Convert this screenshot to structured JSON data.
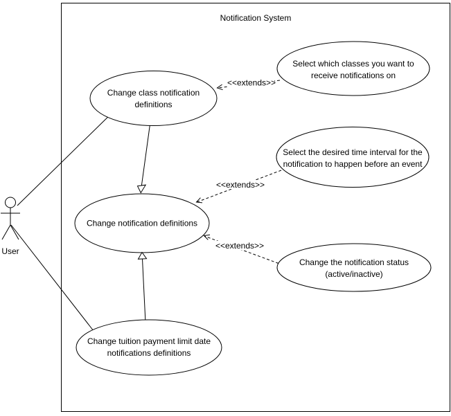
{
  "diagram": {
    "type": "uml-use-case-diagram",
    "title": "Notification System",
    "actor": {
      "label": "User"
    },
    "use_cases": {
      "change_class_notification_definitions": {
        "line1": "Change class notification",
        "line2": "definitions"
      },
      "select_classes_for_notifications": {
        "line1": "Select which classes you want to",
        "line2": "receive notifications on"
      },
      "select_time_interval": {
        "line1": "Select the desired time interval for the",
        "line2": "notification to happen before an event"
      },
      "change_notification_definitions": {
        "line1": "Change notification definitions"
      },
      "change_notification_status": {
        "line1": "Change the notification status",
        "line2": "(active/inactive)"
      },
      "change_tuition_payment_limit_date": {
        "line1": "Change tuition payment limit date",
        "line2": "notifications definitions"
      }
    },
    "relationships": {
      "extend_select_classes_to_change_class": {
        "label": "<<extends>>"
      },
      "extend_select_time_interval_to_change_notification": {
        "label": "<<extends>>"
      },
      "extend_change_status_to_change_notification": {
        "label": "<<extends>>"
      }
    },
    "colors": {
      "stroke": "#000000",
      "shape_fill": "#ffffff",
      "text": "#000000",
      "background": "#ffffff"
    }
  }
}
